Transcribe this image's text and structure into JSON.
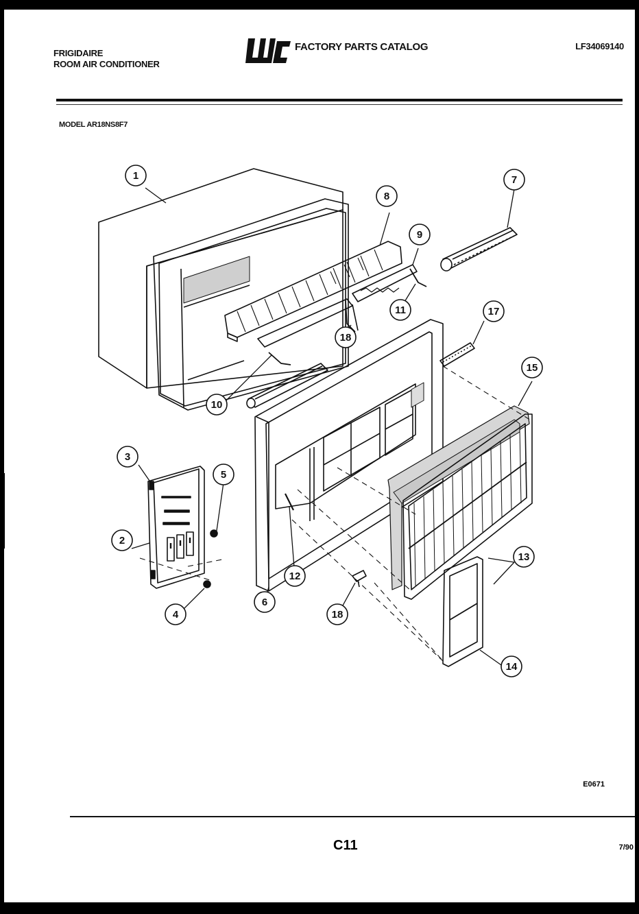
{
  "header": {
    "brand_line1": "FRIGIDAIRE",
    "brand_line2": "ROOM AIR CONDITIONER",
    "catalog_title": "FACTORY PARTS CATALOG",
    "catalog_number": "LF34069140"
  },
  "model_line": "MODEL AR18NS8F7",
  "callouts": [
    "1",
    "2",
    "3",
    "4",
    "5",
    "6",
    "7",
    "8",
    "9",
    "10",
    "11",
    "12",
    "13",
    "14",
    "15",
    "17",
    "18",
    "18"
  ],
  "footer": {
    "ref_code": "E0671",
    "page_number": "C11",
    "date_code": "7/90"
  }
}
